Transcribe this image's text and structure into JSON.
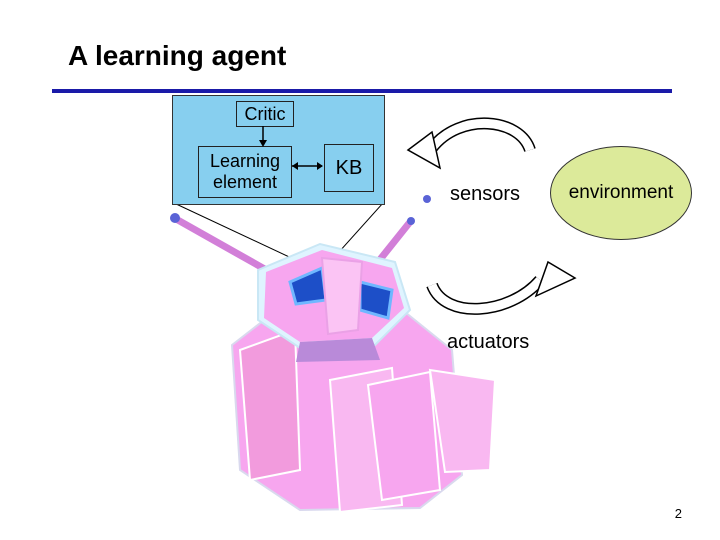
{
  "slide": {
    "title": "A learning agent",
    "page_number": "2"
  },
  "agent": {
    "critic": "Critic",
    "learning_element": "Learning element",
    "kb": "KB"
  },
  "io": {
    "sensors": "sensors",
    "actuators": "actuators",
    "environment": "environment"
  },
  "colors": {
    "box": "#87cfef",
    "environment": "#dcea9a",
    "rule": "#1a1aa8",
    "robot": "#f7a6ef"
  }
}
